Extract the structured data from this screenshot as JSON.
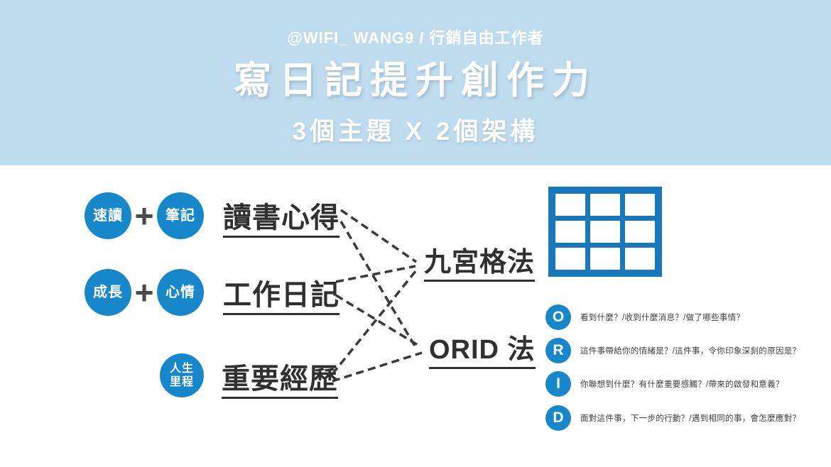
{
  "header": {
    "byline": "@WIFI_ WANG9 / 行銷自由工作者",
    "title": "寫日記提升創作力",
    "subtitle": "3個主題 X 2個架構"
  },
  "topics": {
    "row1": {
      "circle1": "速讀",
      "plus": "+",
      "circle2": "筆記",
      "label": "讀書心得"
    },
    "row2": {
      "circle1": "成長",
      "plus": "+",
      "circle2": "心情",
      "label": "工作日記"
    },
    "row3": {
      "circle_line1": "人生",
      "circle_line2": "里程",
      "label": "重要經歷"
    }
  },
  "methods": {
    "grid_method": "九宮格法",
    "orid_method": "ORID 法"
  },
  "orid_items": [
    {
      "letter": "O",
      "desc": "看到什麼？/收到什麼消息？/做了哪些事情？"
    },
    {
      "letter": "R",
      "desc": "這件事帶給你的情緒是？/這件事，令你印象深刻的原因是？"
    },
    {
      "letter": "I",
      "desc": "你聯想到什麼？有什麼重要感觸？/帶來的啟發和意義？"
    },
    {
      "letter": "D",
      "desc": "面對這件事，下一步的行動？/遇到相同的事，會怎麼應對？"
    }
  ],
  "colors": {
    "banner_bg": "#BFDCEF",
    "circle_blue": "#1787CB",
    "grid_blue": "#1878BE",
    "dash_line": "#3A3A3A",
    "text_dark": "#303030",
    "header_text": "#FFFFFF"
  }
}
